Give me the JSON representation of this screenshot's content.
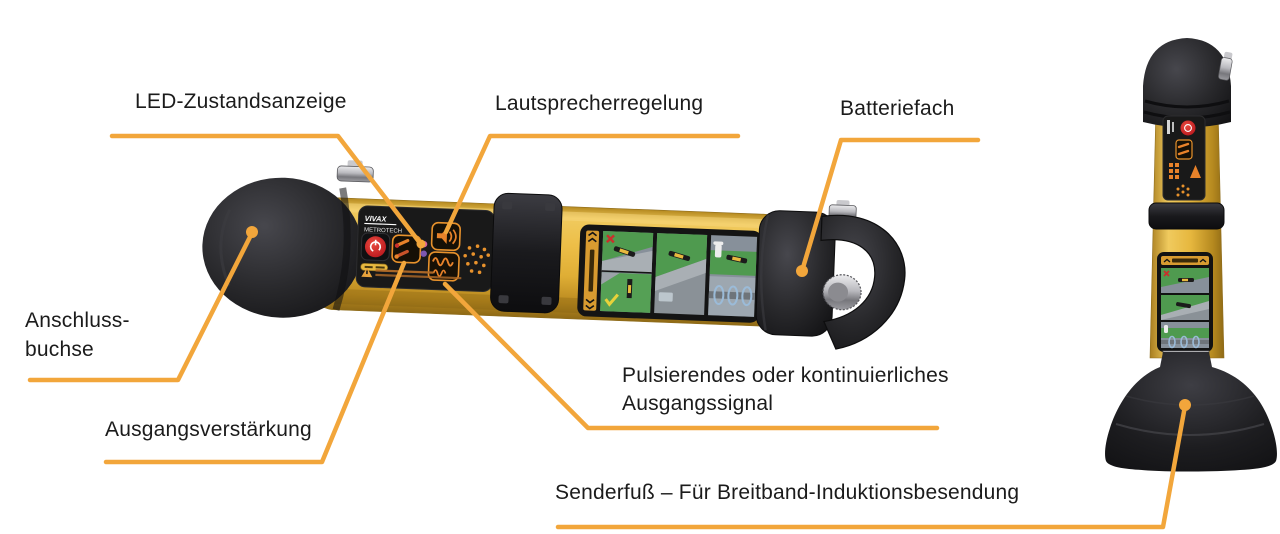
{
  "colors": {
    "background": "#ffffff",
    "accent": "#F2A63B",
    "label_text": "#1b1b1b",
    "body_yellow": "#E6B73E",
    "body_yellow_light": "#F3CD66",
    "body_yellow_dark": "#A87E20",
    "housing_dark": "#1d1d1f",
    "panel_dark": "#191919",
    "power_red": "#D2232A",
    "icon_orange": "#E8822A",
    "sticker_green": "#4F9A4F",
    "sticker_gray": "#8A9197",
    "sticker_blue": "#9BBBD8",
    "metal_light": "#D8D8DA",
    "metal_dark": "#6E6E72"
  },
  "figure": {
    "labels": {
      "led_status": "LED-Zustandsanzeige",
      "speaker_control": "Lautsprecherregelung",
      "battery": "Batteriefach",
      "socket_line1": "Anschluss-",
      "socket_line2": "buchse",
      "output_gain": "Ausgangsverstärkung",
      "signal_line1": "Pulsierendes oder kontinuierliches",
      "signal_line2": "Ausgangssignal",
      "foot": "Senderfuß – Für Breitband-Induktionsbesendung"
    },
    "device": {
      "brand_line1": "VIVAX",
      "brand_line2": "METROTECH"
    }
  }
}
